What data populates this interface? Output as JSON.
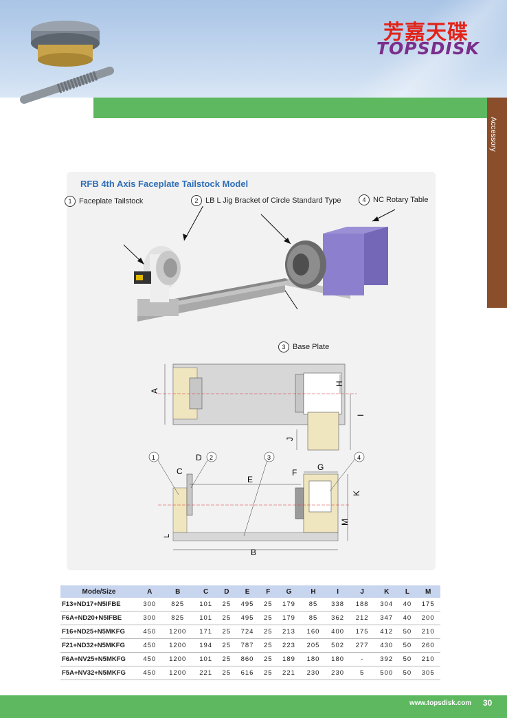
{
  "header": {
    "logo_cn": "芳嘉天碟",
    "logo_en": "TOPSDISK",
    "side_tab": "Accessory"
  },
  "section": {
    "title": "RFB 4th Axis Faceplate Tailstock Model",
    "callouts": [
      {
        "num": "1",
        "label": "Faceplate Tailstock"
      },
      {
        "num": "2",
        "label": "LB L Jig Bracket of Circle Standard Type"
      },
      {
        "num": "4",
        "label": "NC Rotary Table"
      },
      {
        "num": "3",
        "label": "Base Plate"
      }
    ]
  },
  "drawing": {
    "top_labels": [
      "A",
      "H",
      "I",
      "J"
    ],
    "side_labels": [
      "C",
      "D",
      "E",
      "F",
      "G",
      "K",
      "M",
      "L",
      "B"
    ],
    "circle_labels": [
      "1",
      "2",
      "3",
      "4"
    ]
  },
  "table": {
    "headers": [
      "Mode/Size",
      "A",
      "B",
      "C",
      "D",
      "E",
      "F",
      "G",
      "H",
      "I",
      "J",
      "K",
      "L",
      "M"
    ],
    "rows": [
      [
        "F13+ND17+N5IFBE",
        "300",
        "825",
        "101",
        "25",
        "495",
        "25",
        "179",
        "85",
        "338",
        "188",
        "304",
        "40",
        "175"
      ],
      [
        "F6A+ND20+N5IFBE",
        "300",
        "825",
        "101",
        "25",
        "495",
        "25",
        "179",
        "85",
        "362",
        "212",
        "347",
        "40",
        "200"
      ],
      [
        "F16+ND25+N5MKFG",
        "450",
        "1200",
        "171",
        "25",
        "724",
        "25",
        "213",
        "160",
        "400",
        "175",
        "412",
        "50",
        "210"
      ],
      [
        "F21+ND32+N5MKFG",
        "450",
        "1200",
        "194",
        "25",
        "787",
        "25",
        "223",
        "205",
        "502",
        "277",
        "430",
        "50",
        "260"
      ],
      [
        "F6A+NV25+N5MKFG",
        "450",
        "1200",
        "101",
        "25",
        "860",
        "25",
        "189",
        "180",
        "180",
        "-",
        "392",
        "50",
        "210"
      ],
      [
        "F5A+NV32+N5MKFG",
        "450",
        "1200",
        "221",
        "25",
        "616",
        "25",
        "221",
        "230",
        "230",
        "5",
        "500",
        "50",
        "305"
      ]
    ]
  },
  "footer": {
    "url": "www.topsdisk.com",
    "page": "30"
  },
  "colors": {
    "green": "#5db85f",
    "brown": "#8b4e2b",
    "title_blue": "#2e6db5",
    "logo_red": "#e2231a",
    "logo_purple": "#7a2f8a"
  }
}
